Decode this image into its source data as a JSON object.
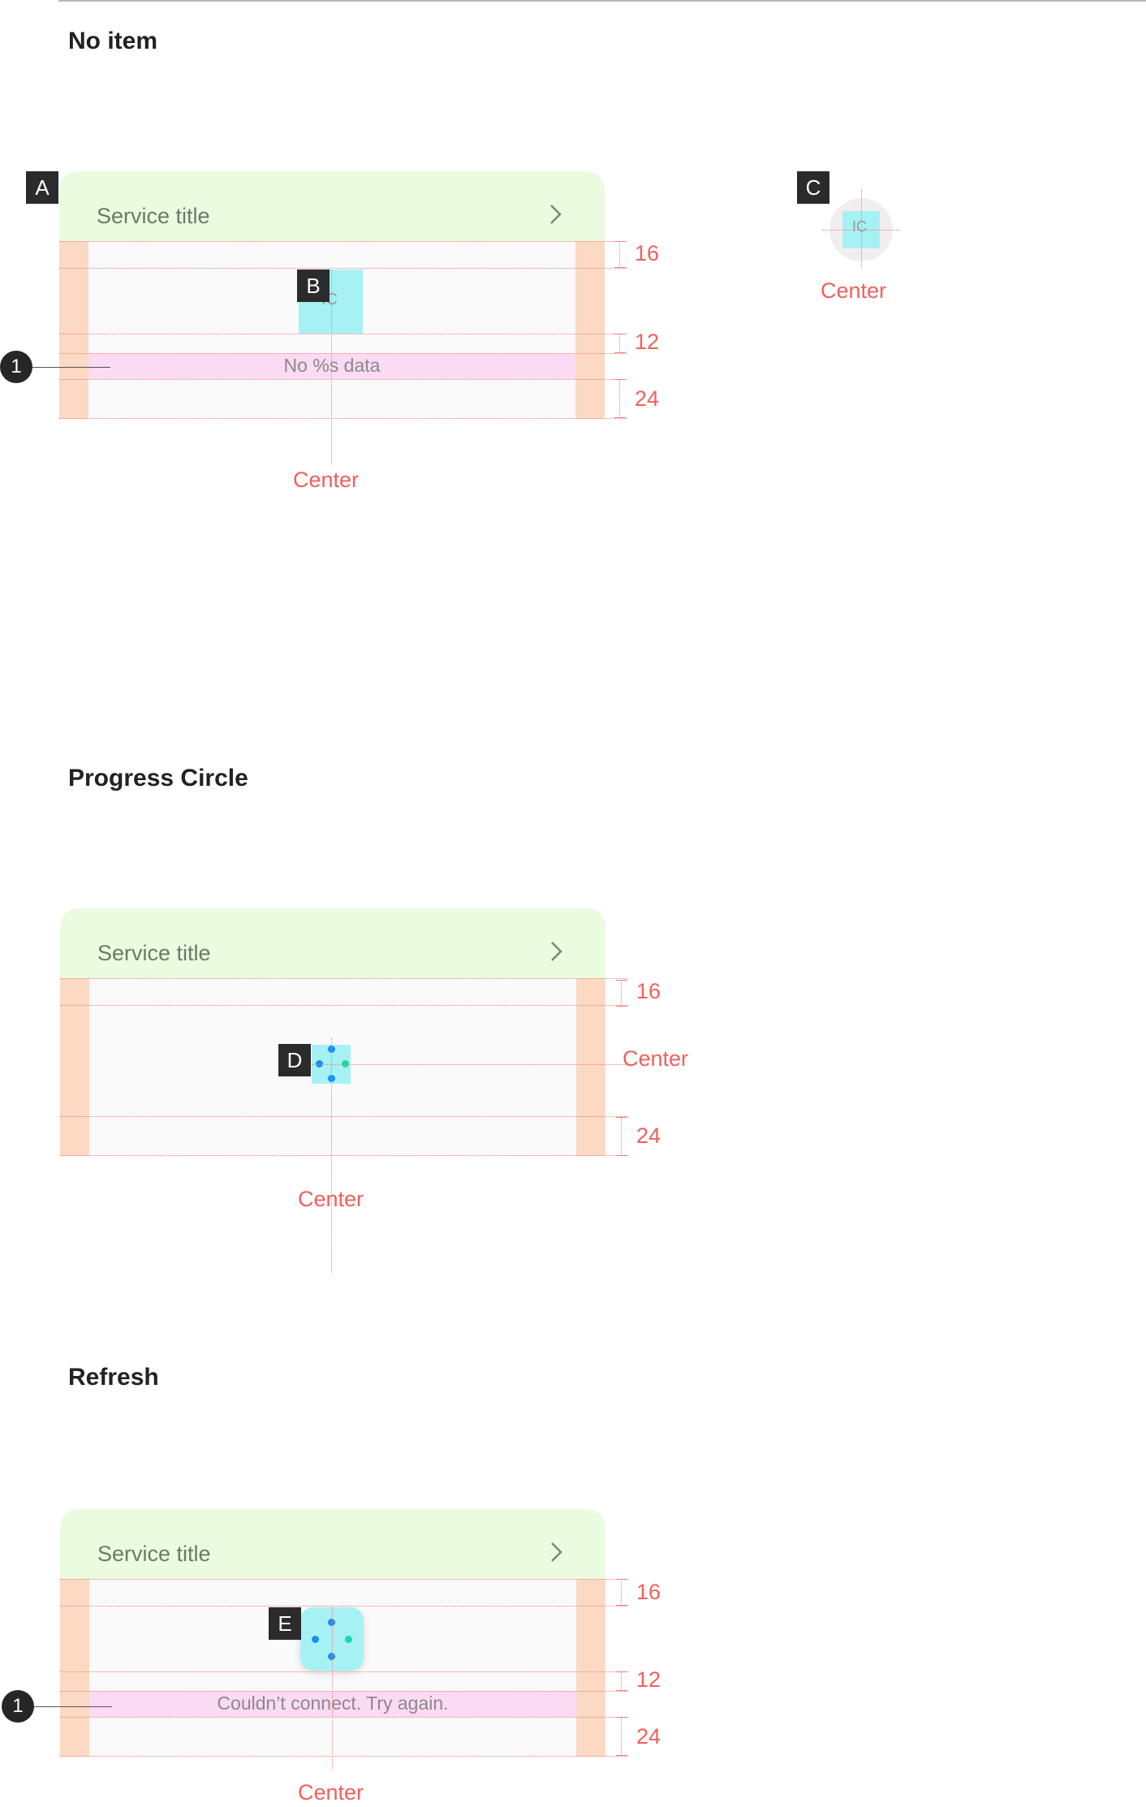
{
  "sections": [
    {
      "title": "No item"
    },
    {
      "title": "Progress Circle"
    },
    {
      "title": "Refresh"
    }
  ],
  "card": {
    "service_title": "Service title"
  },
  "no_item": {
    "message": "No %s data",
    "icon_label": "IC",
    "spacing": [
      "16",
      "12",
      "24"
    ],
    "center_label": "Center",
    "badges": [
      "A",
      "B",
      "C"
    ],
    "callout": "1",
    "detail_icon_label": "IC",
    "detail_center_label": "Center"
  },
  "progress": {
    "spacing": [
      "16",
      "24"
    ],
    "center_label_right": "Center",
    "center_label_bottom": "Center",
    "badge": "D"
  },
  "refresh": {
    "message": "Couldn’t connect. Try again.",
    "spacing": [
      "16",
      "12",
      "24"
    ],
    "center_label": "Center",
    "badge": "E",
    "callout": "1"
  },
  "colors": {
    "header": "#ebfbe0",
    "padding": "#fcd9c3",
    "text_area": "#fbdaf3",
    "icon_area": "#a6f1f4",
    "guide": "#f2605c"
  }
}
